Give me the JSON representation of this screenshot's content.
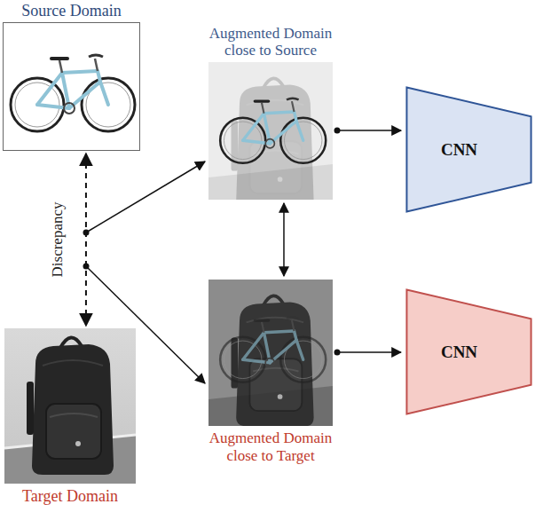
{
  "diagram": {
    "nodes": [
      {
        "text": [
          "Source Domain"
        ]
      },
      {
        "text": [
          "Augmented Domain close to Source"
        ]
      },
      {
        "text": [
          "CNN"
        ]
      },
      {
        "text": [
          "Augmented Domain close to Target"
        ]
      },
      {
        "text": [
          "CNN"
        ]
      },
      {
        "text": [
          "Target Domain"
        ]
      }
    ],
    "edges": [
      {
        "from": 0,
        "to": 5,
        "arrow": "both",
        "label": "Discrepancy"
      },
      {
        "from": 1,
        "to": 2,
        "arrow": "to"
      },
      {
        "from": 3,
        "to": 4,
        "arrow": "to"
      },
      {
        "from": 1,
        "to": 3,
        "arrow": "both"
      }
    ]
  }
}
